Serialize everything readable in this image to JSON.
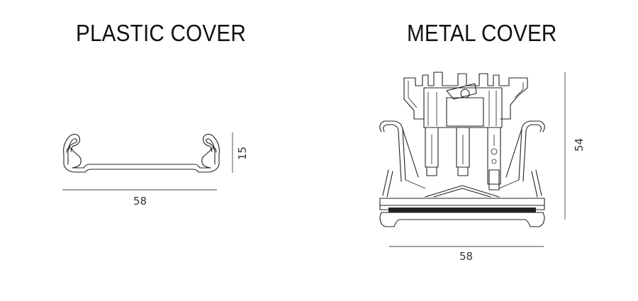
{
  "plastic": {
    "title": "PLASTIC COVER",
    "width_label": "58",
    "height_label": "15"
  },
  "metal": {
    "title": "METAL COVER",
    "width_label": "58",
    "height_label": "54"
  }
}
